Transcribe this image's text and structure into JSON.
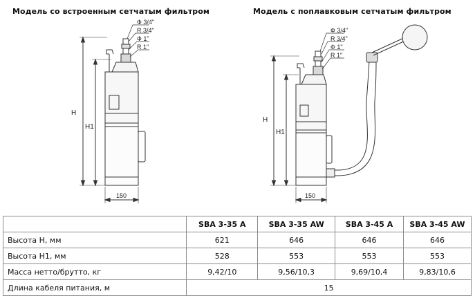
{
  "headings": {
    "left": "Модель со встроенным сетчатым фильтром",
    "right": "Модель с поплавковым сетчатым фильтром"
  },
  "drawing_left": {
    "dims": {
      "H": "H",
      "H1": "H1",
      "width": "150"
    },
    "threads": [
      "Ф 3/4\"",
      "R 3/4\"",
      "Ф 1\"",
      "R 1\""
    ]
  },
  "drawing_right": {
    "dims": {
      "H": "H",
      "H1": "H1",
      "width": "150"
    },
    "threads": [
      "Ф 3/4\"",
      "R 3/4\"",
      "Ф 1\"",
      "R 1\""
    ]
  },
  "table": {
    "headers": [
      "",
      "SBA 3-35 A",
      "SBA 3-35 AW",
      "SBA 3-45 A",
      "SBA 3-45 AW"
    ],
    "rows": [
      {
        "label": "Высота H, мм",
        "values": [
          "621",
          "646",
          "646",
          "646"
        ]
      },
      {
        "label": "Высота H1, мм",
        "values": [
          "528",
          "553",
          "553",
          "553"
        ]
      },
      {
        "label": "Масса нетто/брутто, кг",
        "values": [
          "9,42/10",
          "9,56/10,3",
          "9,69/10,4",
          "9,83/10,6"
        ]
      },
      {
        "label": "Длина кабеля питания, м",
        "merged_value": "15"
      }
    ]
  }
}
